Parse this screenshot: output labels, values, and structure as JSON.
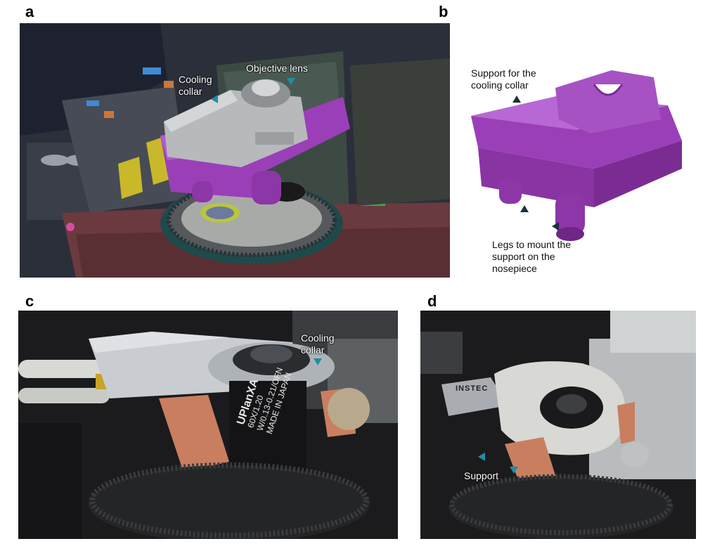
{
  "panels": {
    "a": {
      "letter": "a",
      "labels": {
        "objective_lens": "Objective lens",
        "cooling_collar": "Cooling\ncollar"
      }
    },
    "b": {
      "letter": "b",
      "labels": {
        "support_collar": "Support for the\ncooling collar",
        "legs": "Legs to mount the\nsupport on the\nnosepiece"
      }
    },
    "c": {
      "letter": "c",
      "labels": {
        "cooling_collar": "Cooling\ncollar"
      },
      "lens_text": [
        "UPlanXA",
        "60X/1.20",
        "W/0.13-0.21/OFN",
        "MADE IN JAPAN"
      ]
    },
    "d": {
      "letter": "d",
      "labels": {
        "support": "Support"
      },
      "device_text": "INSTEC"
    }
  },
  "colors": {
    "magenta_part": "#9b3fb8",
    "orange_part": "#c97f5f",
    "arrow_fill": "#1c8fa3",
    "dark_bg": "#1b1b1d",
    "metal": "#c9cdd1"
  }
}
